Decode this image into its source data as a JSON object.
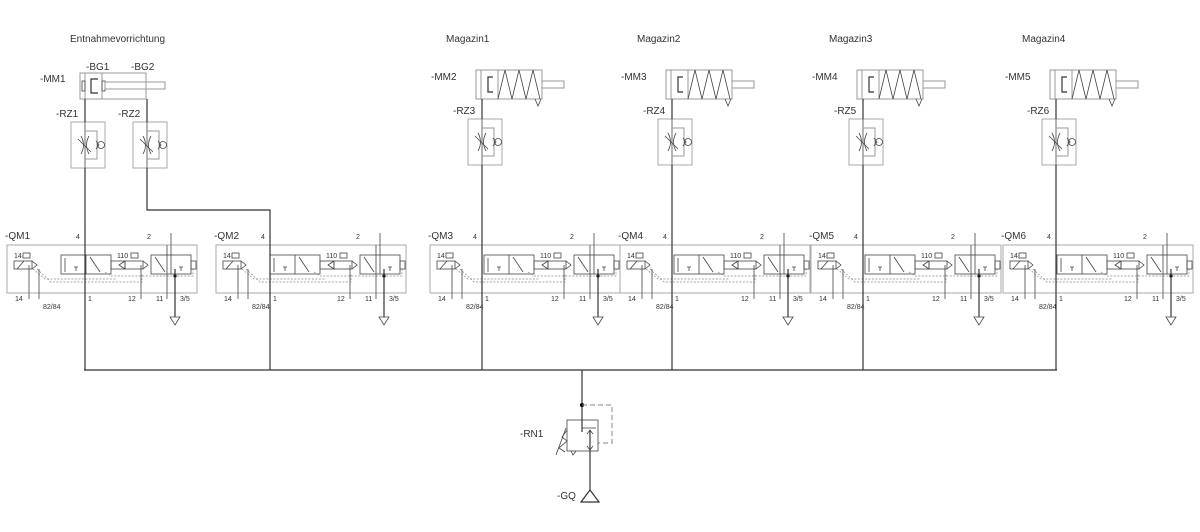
{
  "diagram": {
    "type": "pneumatic-schematic",
    "groups": [
      {
        "title": "Entnahmevorrichtung",
        "cylinder": "-MM1",
        "sensors": [
          "-BG1",
          "-BG2"
        ],
        "throttles": [
          "-RZ1",
          "-RZ2"
        ],
        "valve": "-QM1",
        "cylinder_type": "double-acting"
      },
      {
        "title": "Magazin1",
        "cylinder": "-MM2",
        "throttles": [
          "-RZ3"
        ],
        "valve": "-QM3",
        "cylinder_type": "single-acting-spring"
      },
      {
        "title": "Magazin2",
        "cylinder": "-MM3",
        "throttles": [
          "-RZ4"
        ],
        "valve": "-QM4",
        "cylinder_type": "single-acting-spring"
      },
      {
        "title": "Magazin3",
        "cylinder": "-MM4",
        "throttles": [
          "-RZ5"
        ],
        "valve": "-QM5",
        "cylinder_type": "single-acting-spring"
      },
      {
        "title": "Magazin4",
        "cylinder": "-MM5",
        "throttles": [
          "-RZ6"
        ],
        "valve": "-QM6",
        "cylinder_type": "single-acting-spring"
      }
    ],
    "valves": [
      "-QM1",
      "-QM2",
      "-QM3",
      "-QM4",
      "-QM5",
      "-QM6"
    ],
    "valve_ports": {
      "top_left": "4",
      "top_right": "2",
      "pilot_left": "14",
      "pilot_right": "110",
      "bottom": [
        "14",
        "82/84",
        "1",
        "12",
        "11",
        "3/5"
      ]
    },
    "pressure_regulator": "-RN1",
    "source": "-GQ"
  }
}
